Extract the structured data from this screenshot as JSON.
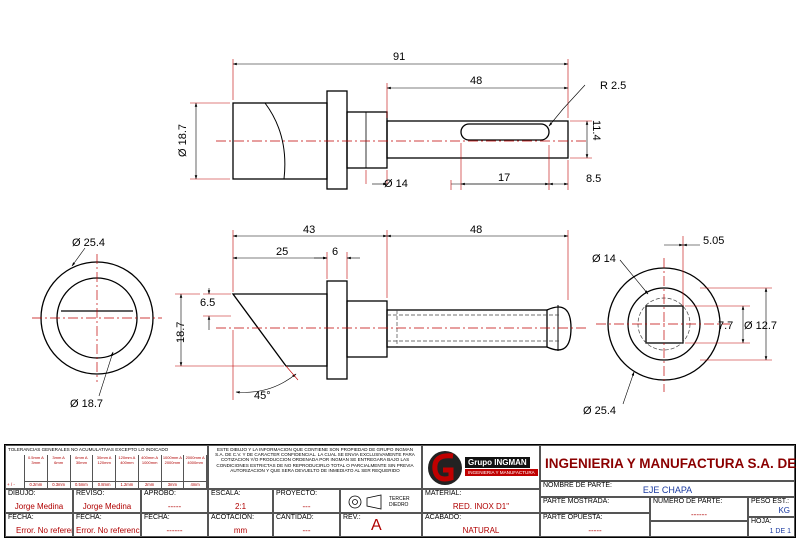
{
  "dimensions": {
    "top_total_length": "91",
    "top_shaft_length": "48",
    "top_radius": "R 2.5",
    "top_left_dia": "Ø 18.7",
    "top_right_height": "11.4",
    "top_collar_dia": "Ø 14",
    "top_slot_length": "17",
    "top_slot_offset": "8.5",
    "mid_length_43": "43",
    "mid_length_48": "48",
    "mid_length_25": "25",
    "mid_length_6": "6",
    "mid_height_65": "6.5",
    "mid_height_187": "18.7",
    "mid_angle": "45°",
    "left_outer_dia": "Ø 25.4",
    "left_inner_dia": "Ø 18.7",
    "right_dia_14": "Ø 14",
    "right_offset": "5.05",
    "right_77": "7.7",
    "right_127": "Ø 12.7",
    "right_outer_dia": "Ø 25.4"
  },
  "title_block": {
    "tolerances_header": "TOLERANCIAS GENERALES NO ACUMULATIVAS EXCEPTO LO INDICADO",
    "confidential_text": "ESTE DIBUJO Y LA INFORMACION QUE CONTIENE SON PROPIEDAD DE GRUPO INGMAN S.A. DE C.V. Y DE CARACTER CONFIDENCIAL. LA CUAL SE ENVIA EXCLUSIVAMENTE PARA COTIZACION Y/O PRODUCCION ORDENADA POR INGMAN SE ENTREGARA BAJO LAS CONDICIONES ESTRICTAS DE NO REPRODUCIRLO TOTAL O PARCIALMENTE SIN PREVIA AUTORIZACION Y QUE SERA DEVUELTO DE INMEDIATO AL SER REQUERIDO",
    "logo_text": "Grupo INGMAN",
    "logo_subtext": "INGENIERIA Y MANUFACTURA",
    "company_name": "INGENIERIA Y MANUFACTURA S.A. DE C.V.",
    "dibujo_label": "DIBUJO:",
    "dibujo_value": "Jorge Medina",
    "reviso_label": "REVISO:",
    "reviso_value": "Jorge Medina",
    "aprobo_label": "APROBO:",
    "aprobo_value": "-----",
    "escala_label": "ESCALA:",
    "escala_value": "2:1",
    "proyecto_label": "PROYECTO:",
    "proyecto_value": "---",
    "tercer_diedro": "TERCER DIEDRO",
    "material_label": "MATERIAL:",
    "material_value": "RED. INOX D1\"",
    "nombre_parte_label": "NOMBRE DE PARTE:",
    "nombre_parte_value": "EJE CHAPA",
    "fecha_label": "FECHA:",
    "fecha1_value": "Error. No referenci",
    "fecha2_value": "Error. No referenc",
    "fecha3_value": "------",
    "acotacion_label": "ACOTACION:",
    "acotacion_value": "mm",
    "cantidad_label": "CANTIDAD:",
    "cantidad_value": "---",
    "rev_label": "REV.:",
    "rev_value": "A",
    "acabado_label": "ACABADO:",
    "acabado_value": "NATURAL",
    "parte_mostrada_label": "PARTE MOSTRADA:",
    "parte_opuesta_label": "PARTE OPUESTA:",
    "parte_opuesta_value": "-----",
    "numero_parte_label": "NUMERO DE PARTE:",
    "numero_parte_value": "------",
    "peso_label": "PESO EST.:",
    "peso_value": "KG",
    "hoja_label": "HOJA:",
    "hoja_value": "1  DE  1",
    "tolerance_ranges": [
      "0.5mm A 3mm",
      "3mm A 6mm",
      "6mm A 30mm",
      "30mm A 120mm",
      "120mm A 400mm",
      "400mm A 1000mm",
      "1000mm A 2000mm",
      "2000mm A 4000mm"
    ],
    "tolerance_values": [
      "0.2mm",
      "0.3mm",
      "0.5mm",
      "0.8mm",
      "1.2mm",
      "2mm",
      "3mm",
      "4mm"
    ],
    "tolerance_sign": "+ / -"
  }
}
